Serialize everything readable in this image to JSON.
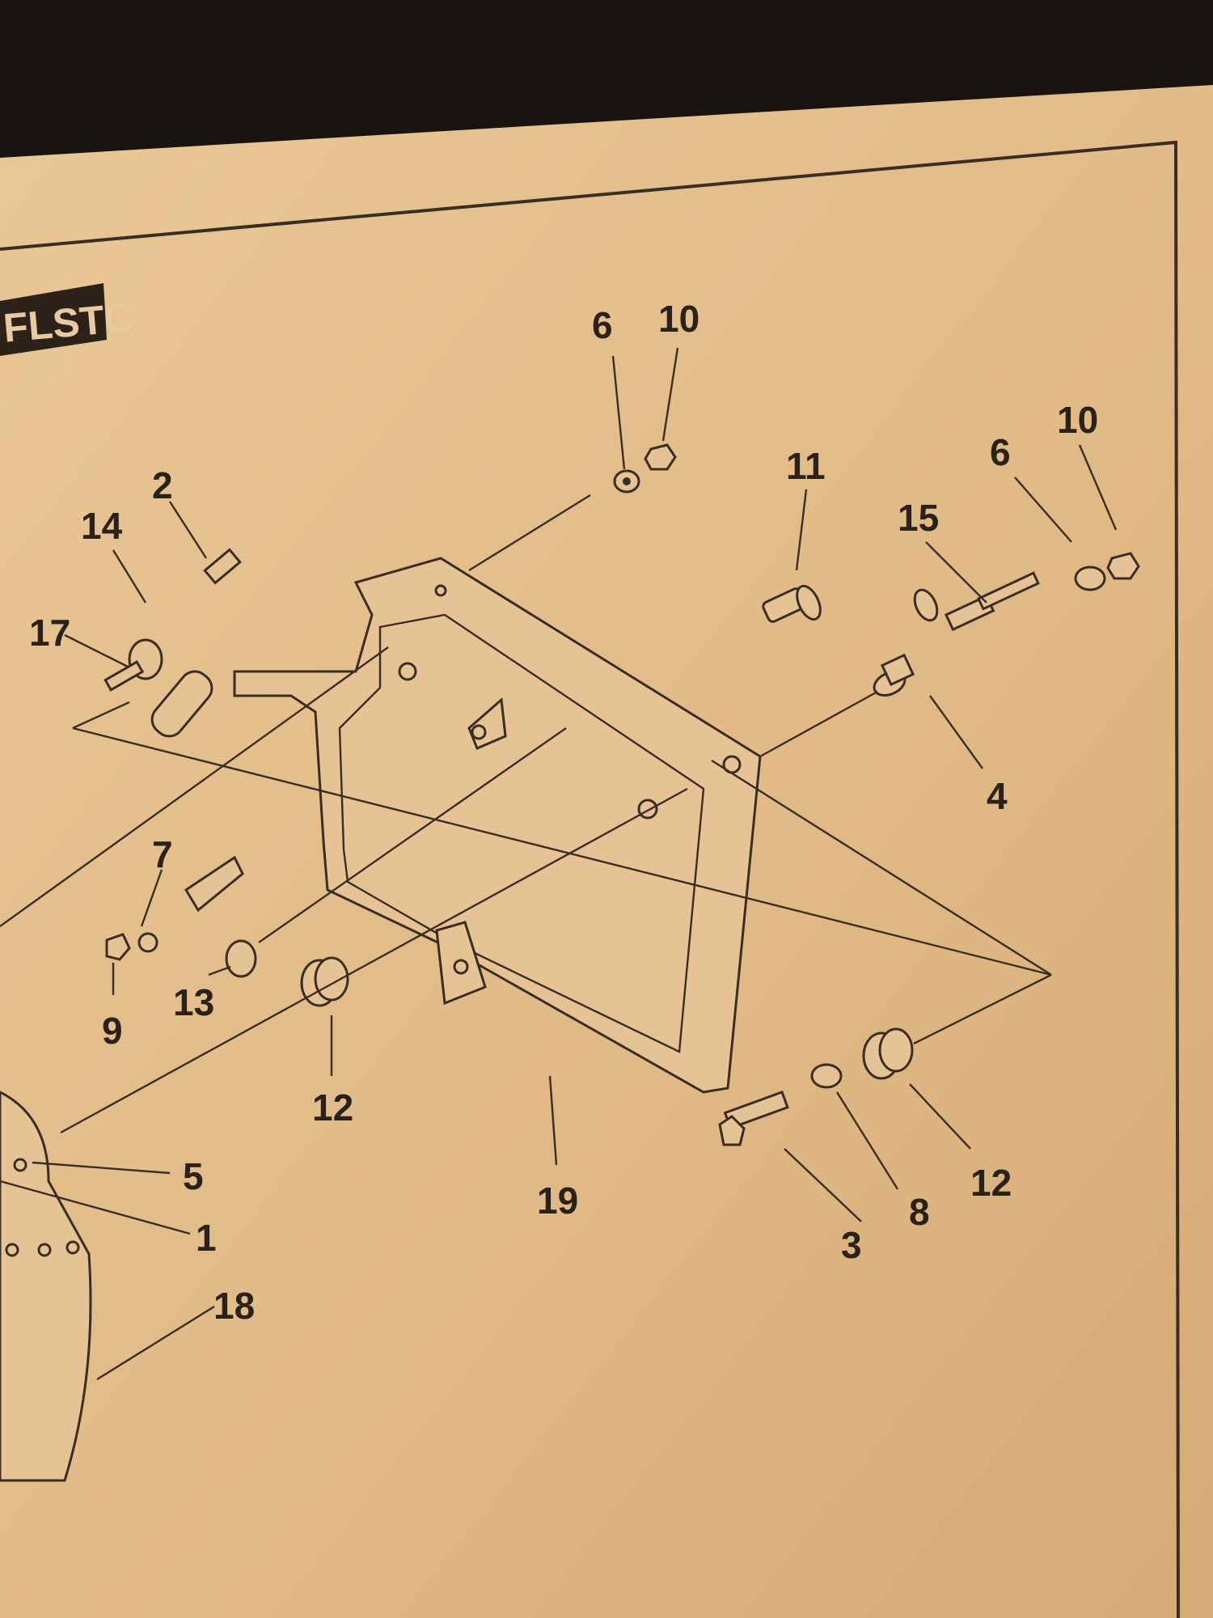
{
  "section_tag": "FLSTC",
  "callouts": {
    "c6a": "6",
    "c10a": "10",
    "c11": "11",
    "c10b": "10",
    "c6b": "6",
    "c15": "15",
    "c2": "2",
    "c14": "14",
    "c17": "17",
    "c4": "4",
    "c7": "7",
    "c9": "9",
    "c13": "13",
    "c12a": "12",
    "c5": "5",
    "c1": "1",
    "c19": "19",
    "c12b": "12",
    "c8": "8",
    "c3": "3",
    "c18": "18"
  },
  "colors": {
    "paper": "#e2be8c",
    "ink": "#2a211a",
    "background": "#1a1410"
  }
}
